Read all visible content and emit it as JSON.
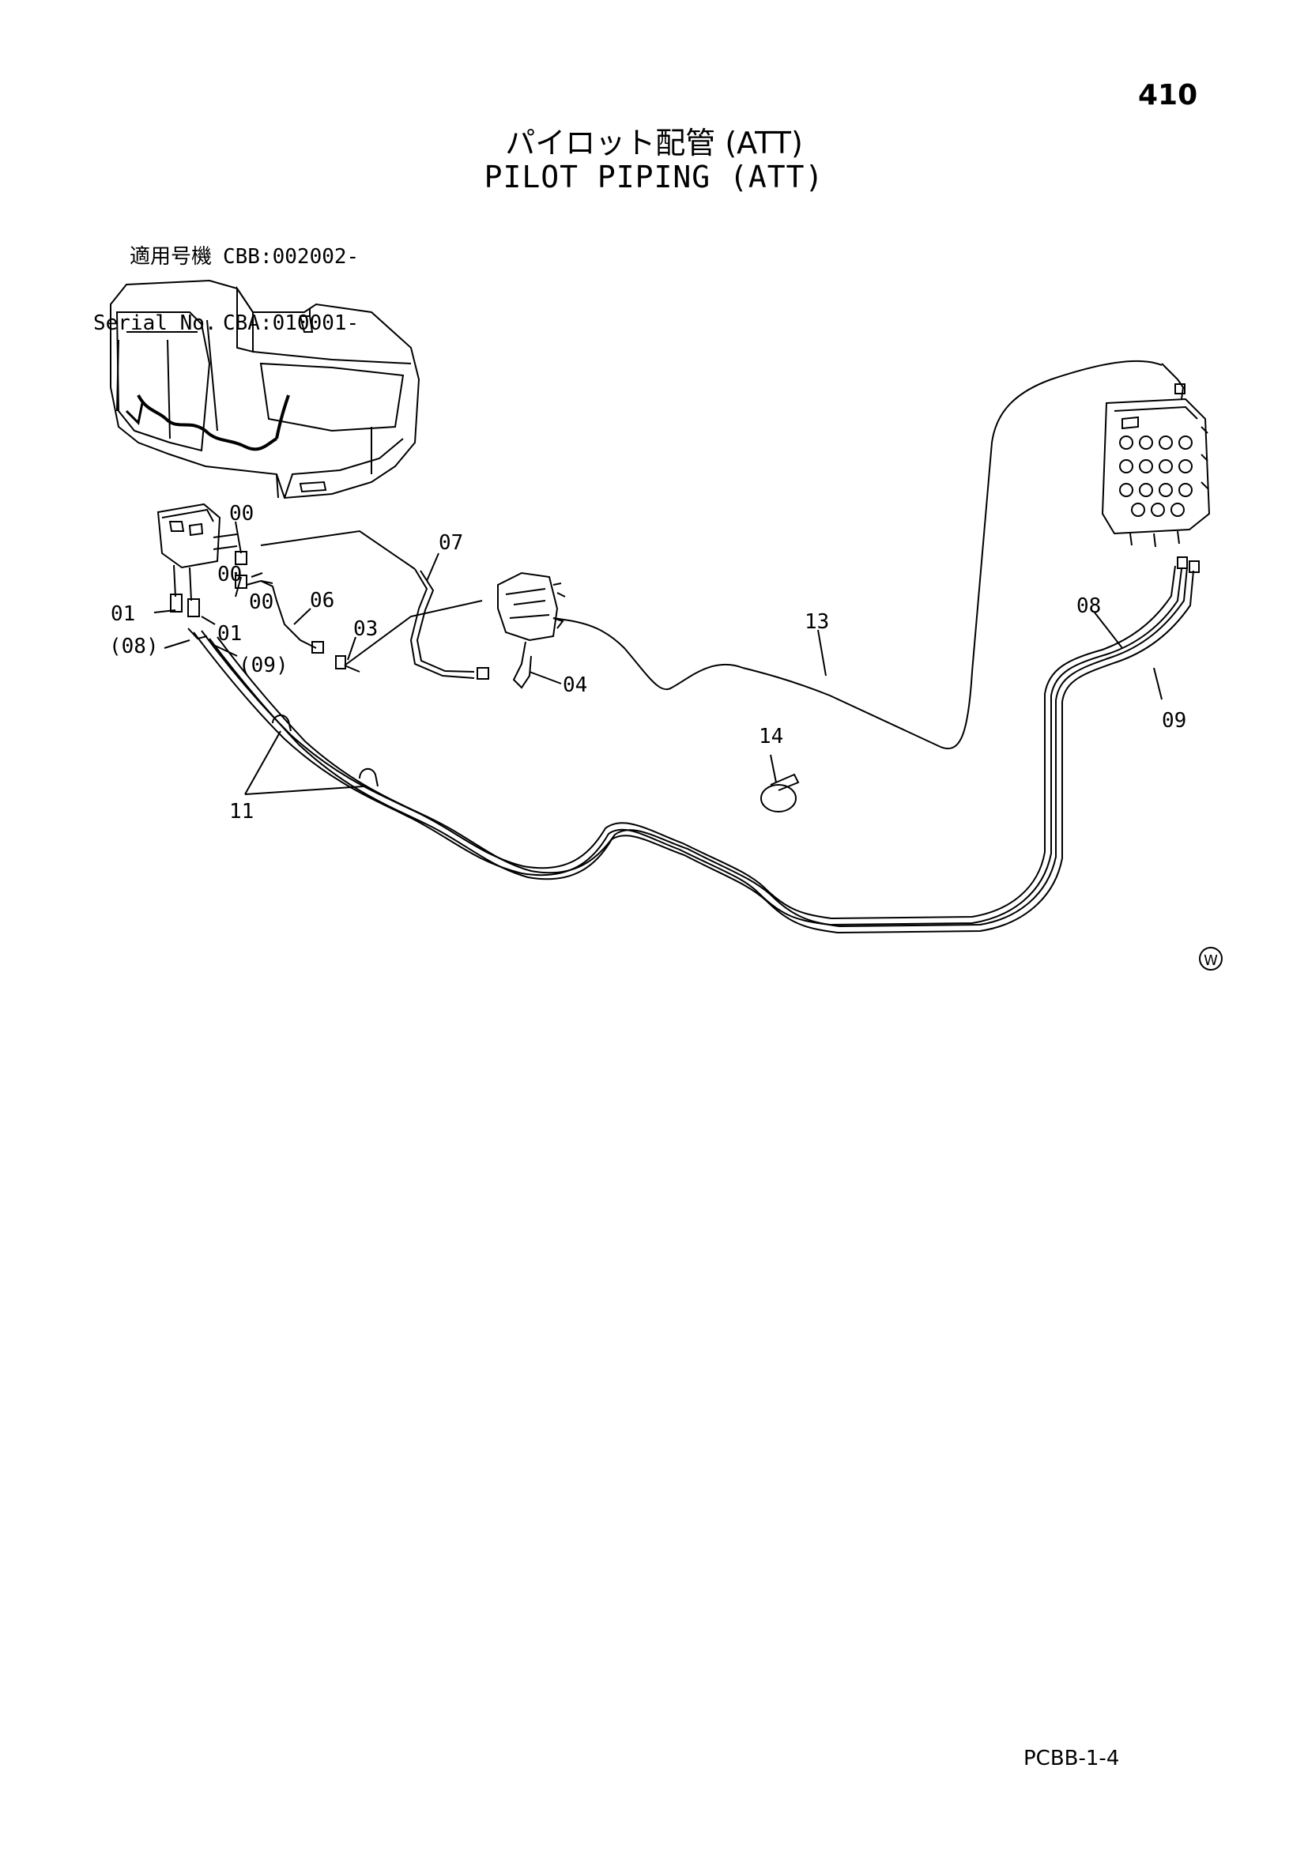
{
  "page_number": "410",
  "title_jp": "パイロット配管 (ATT)",
  "title_en": "PILOT PIPING (ATT)",
  "serial": {
    "label_jp": "適用号機",
    "value_jp": "CBB:002002-",
    "label_en": "Serial No.",
    "value_en": "CBA:010001-"
  },
  "callouts": {
    "c00a": "00",
    "c00b": "00",
    "c00c": "00",
    "c01a": "01",
    "c01b": "01",
    "c08p": "(08)",
    "c09p": "(09)",
    "c03": "03",
    "c04": "04",
    "c06": "06",
    "c07": "07",
    "c08": "08",
    "c09": "09",
    "c11": "11",
    "c13": "13",
    "c14": "14"
  },
  "mark_w": "W",
  "footer_code": "PCBB-1-4"
}
